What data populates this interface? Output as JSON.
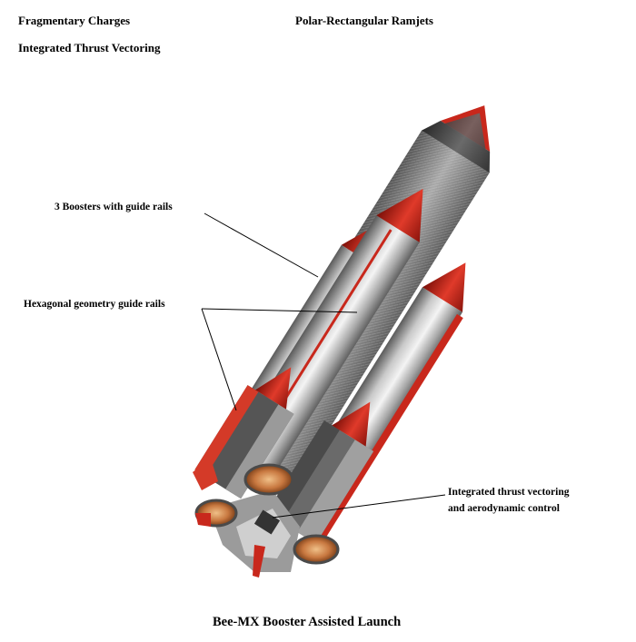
{
  "header": {
    "left_top": "Fragmentary Charges",
    "left_bottom": "Integrated Thrust Vectoring",
    "right_top": "Polar-Rectangular Ramjets"
  },
  "labels": {
    "boosters": "3 Boosters with guide rails",
    "rails": "Hexagonal geometry guide rails",
    "control_line1": "Integrated thrust vectoring",
    "control_line2": "and aerodynamic control"
  },
  "caption": "Bee-MX Booster Assisted Launch",
  "colors": {
    "nose_red": "#c8281c",
    "body_grey": "#b0b0b0",
    "carbon": "#8c8c8c",
    "copper": "#c87840"
  }
}
